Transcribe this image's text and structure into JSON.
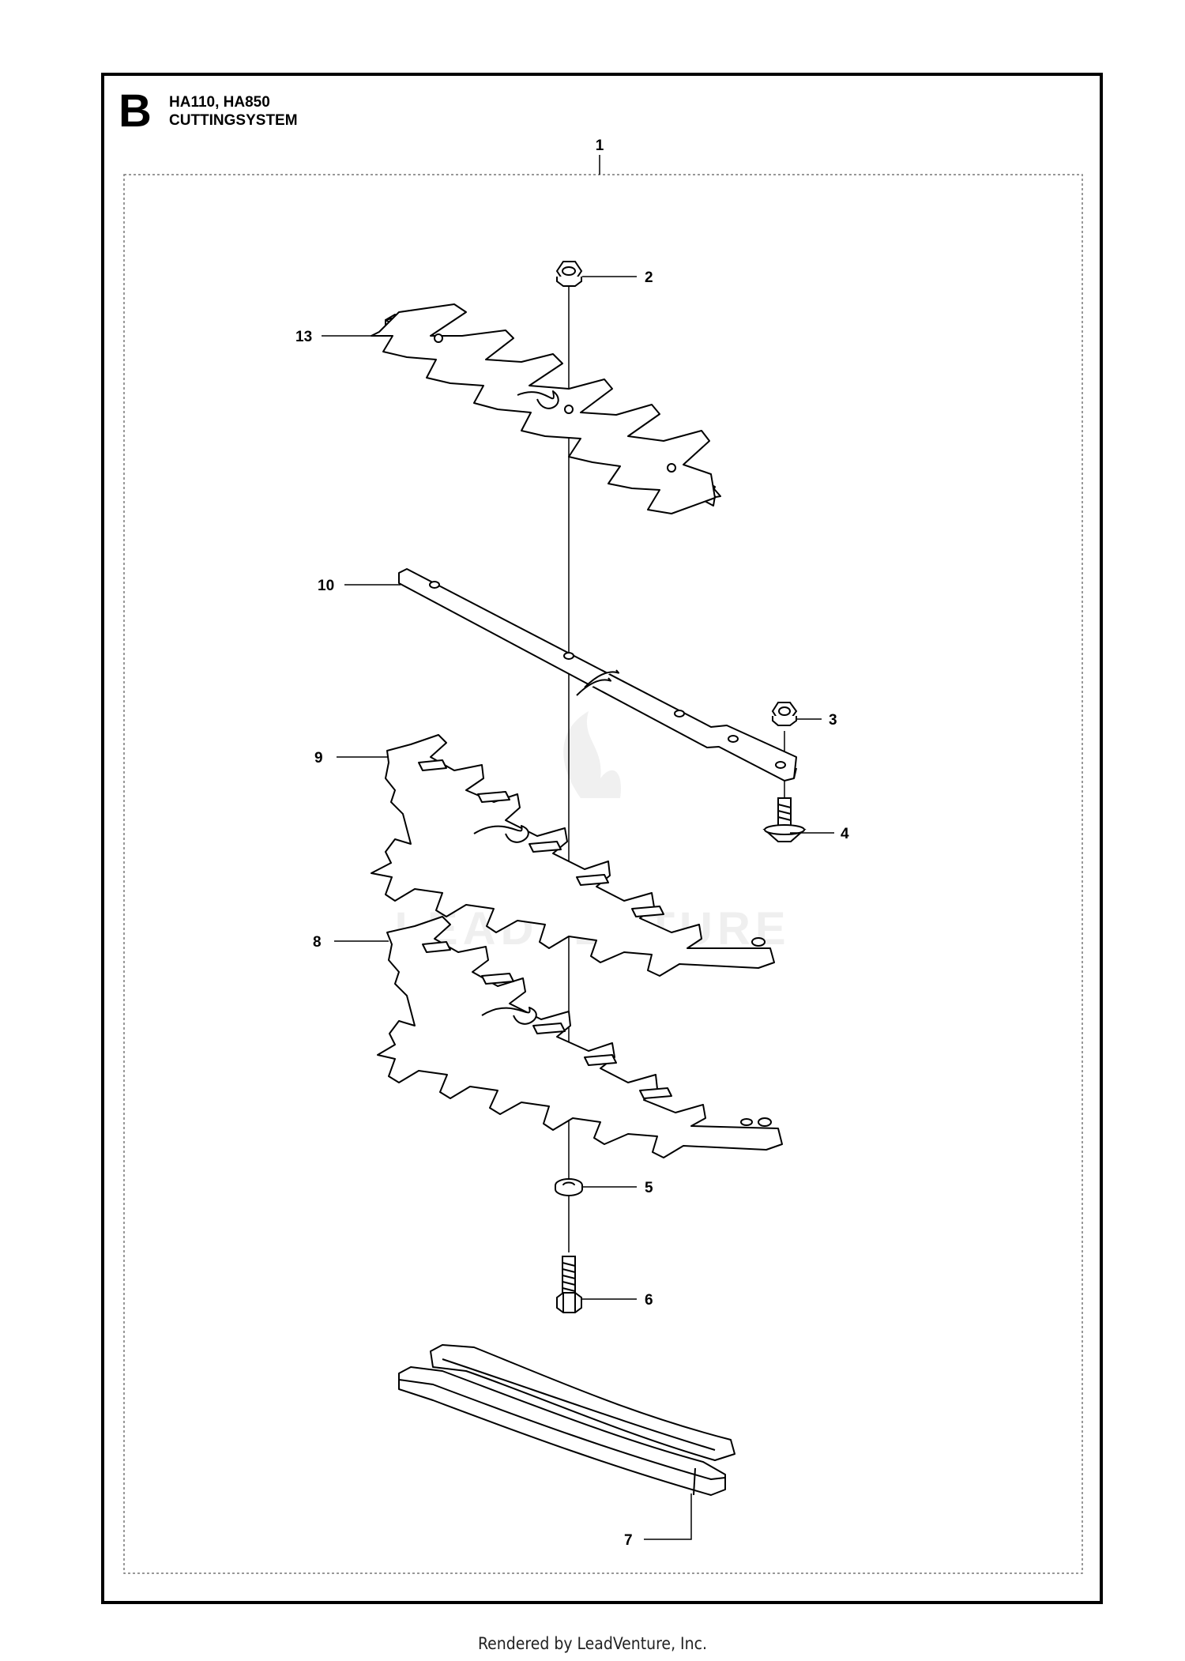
{
  "header": {
    "section_letter": "B",
    "model_line": "HA110, HA850",
    "title_line": "CUTTINGSYSTEM"
  },
  "callouts": [
    "1",
    "2",
    "3",
    "4",
    "5",
    "6",
    "7",
    "8",
    "9",
    "10",
    "13"
  ],
  "watermark": "LEADVENTURE",
  "footer": {
    "text": "Rendered by LeadVenture, Inc."
  }
}
